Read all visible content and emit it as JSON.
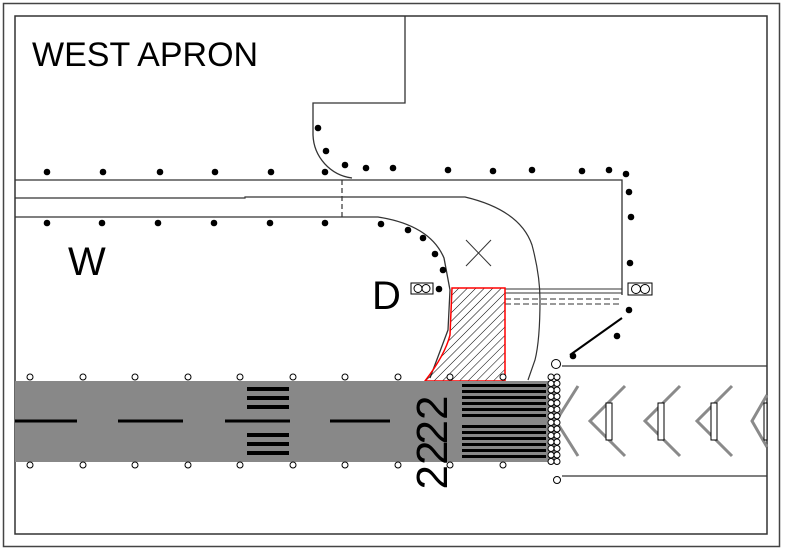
{
  "diagram": {
    "title": "Airport runway 22 threshold area diagram",
    "labels": {
      "apron": "WEST APRON",
      "taxiway_w": "W",
      "taxiway_d": "D",
      "runway_number_top": "22",
      "runway_number_bottom": "22"
    },
    "colors": {
      "runway": "#888888",
      "markings": "#000000",
      "hot_spot": "#ff0000",
      "chevrons": "#8a8a8a",
      "lines": "#333333"
    },
    "icons": {
      "closed_marker": "x-mark",
      "hold_sign": "hold-sign-box",
      "taxi_light": "filled-dot",
      "runway_light": "open-circle"
    }
  }
}
